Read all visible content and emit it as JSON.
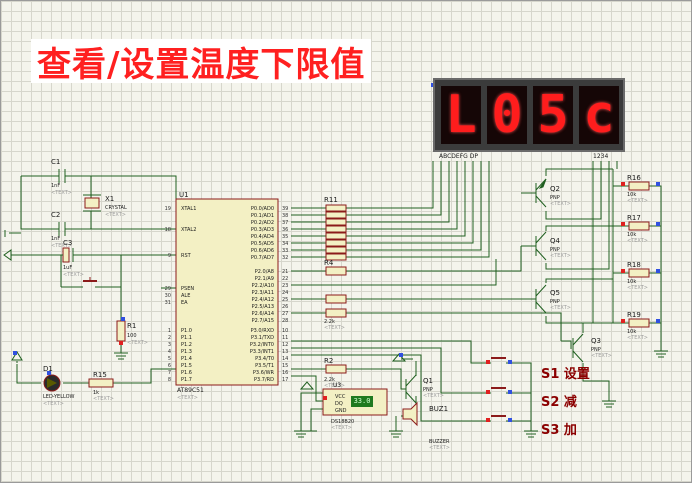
{
  "banner_title": "查看/设置温度下限值",
  "display": {
    "digits": [
      "L",
      "0",
      "5",
      "c"
    ],
    "segment_label": "ABCDEFG DP",
    "common_label": "1234"
  },
  "buttons": {
    "s1": "S1 设置",
    "s2": "S2 减",
    "s3": "S3 加"
  },
  "mcu": {
    "ref": "U1",
    "part": "AT89C51",
    "text": "<TEXT>",
    "left_pins": [
      {
        "num": "19",
        "name": "XTAL1"
      },
      {
        "num": "18",
        "name": "XTAL2"
      },
      {
        "num": "9",
        "name": "RST"
      },
      {
        "num": "29",
        "name": "PSEN"
      },
      {
        "num": "30",
        "name": "ALE"
      },
      {
        "num": "31",
        "name": "EA"
      },
      {
        "num": "1",
        "name": "P1.0"
      },
      {
        "num": "2",
        "name": "P1.1"
      },
      {
        "num": "3",
        "name": "P1.2"
      },
      {
        "num": "4",
        "name": "P1.3"
      },
      {
        "num": "5",
        "name": "P1.4"
      },
      {
        "num": "6",
        "name": "P1.5"
      },
      {
        "num": "7",
        "name": "P1.6"
      },
      {
        "num": "8",
        "name": "P1.7"
      }
    ],
    "p0_pins": [
      {
        "num": "39",
        "name": "P0.0/AD0"
      },
      {
        "num": "38",
        "name": "P0.1/AD1"
      },
      {
        "num": "37",
        "name": "P0.2/AD2"
      },
      {
        "num": "36",
        "name": "P0.3/AD3"
      },
      {
        "num": "35",
        "name": "P0.4/AD4"
      },
      {
        "num": "34",
        "name": "P0.5/AD5"
      },
      {
        "num": "33",
        "name": "P0.6/AD6"
      },
      {
        "num": "32",
        "name": "P0.7/AD7"
      }
    ],
    "p2_pins": [
      {
        "num": "21",
        "name": "P2.0/A8"
      },
      {
        "num": "22",
        "name": "P2.1/A9"
      },
      {
        "num": "23",
        "name": "P2.2/A10"
      },
      {
        "num": "24",
        "name": "P2.3/A11"
      },
      {
        "num": "25",
        "name": "P2.4/A12"
      },
      {
        "num": "26",
        "name": "P2.5/A13"
      },
      {
        "num": "27",
        "name": "P2.6/A14"
      },
      {
        "num": "28",
        "name": "P2.7/A15"
      }
    ],
    "p3_pins": [
      {
        "num": "10",
        "name": "P3.0/RXD"
      },
      {
        "num": "11",
        "name": "P3.1/TXD"
      },
      {
        "num": "12",
        "name": "P3.2/INT0"
      },
      {
        "num": "13",
        "name": "P3.3/INT1"
      },
      {
        "num": "14",
        "name": "P3.4/T0"
      },
      {
        "num": "15",
        "name": "P3.5/T1"
      },
      {
        "num": "16",
        "name": "P3.6/WR"
      },
      {
        "num": "17",
        "name": "P3.7/RD"
      }
    ]
  },
  "components": {
    "c1": {
      "ref": "C1",
      "val": "1nF",
      "text": "<TEXT>"
    },
    "c2": {
      "ref": "C2",
      "val": "1nF",
      "text": "<TEXT>"
    },
    "c3": {
      "ref": "C3",
      "val": "1uF",
      "text": "<TEXT>"
    },
    "x1": {
      "ref": "X1",
      "val": "CRYSTAL",
      "text": "<TEXT>"
    },
    "r1": {
      "ref": "R1",
      "val": "100",
      "text": "<TEXT>"
    },
    "r2": {
      "ref": "R2",
      "val": "2.2k",
      "text": "<TEXT>"
    },
    "r4": {
      "ref": "R4",
      "val": "2.2k",
      "text": "<TEXT>"
    },
    "r11": {
      "ref": "R11"
    },
    "r15": {
      "ref": "R15",
      "val": "1k",
      "text": "<TEXT>"
    },
    "d1": {
      "ref": "D1",
      "val": "LED-YELLOW",
      "text": "<TEXT>"
    },
    "q1": {
      "ref": "Q1",
      "val": "PNP",
      "text": "<TEXT>"
    },
    "q2": {
      "ref": "Q2",
      "val": "PNP",
      "text": "<TEXT>"
    },
    "q3": {
      "ref": "Q3",
      "val": "PNP",
      "text": "<TEXT>"
    },
    "q4": {
      "ref": "Q4",
      "val": "PNP",
      "text": "<TEXT>"
    },
    "q5": {
      "ref": "Q5",
      "val": "PNP",
      "text": "<TEXT>"
    },
    "r16": {
      "ref": "R16",
      "val": "10k",
      "text": "<TEXT>"
    },
    "r17": {
      "ref": "R17",
      "val": "10k",
      "text": "<TEXT>"
    },
    "r18": {
      "ref": "R18",
      "val": "10k",
      "text": "<TEXT>"
    },
    "r19": {
      "ref": "R19",
      "val": "10k",
      "text": "<TEXT>"
    },
    "u3": {
      "ref": "U3",
      "part": "DS18B20",
      "text": "<TEXT>",
      "pins": [
        "VCC",
        "DQ",
        "GND"
      ],
      "reading": "33.0"
    },
    "buz1": {
      "ref": "BUZ1",
      "val": "BUZZER",
      "text": "<TEXT>"
    }
  },
  "colors": {
    "wire": "#1f5f1f",
    "pin_red": "#e02020",
    "pin_blue": "#3050e0",
    "comp_fill": "#f3f0c4",
    "comp_stroke": "#8b1a1a",
    "banner_text": "#ff2020",
    "seg_on": "#ff1d1d"
  }
}
